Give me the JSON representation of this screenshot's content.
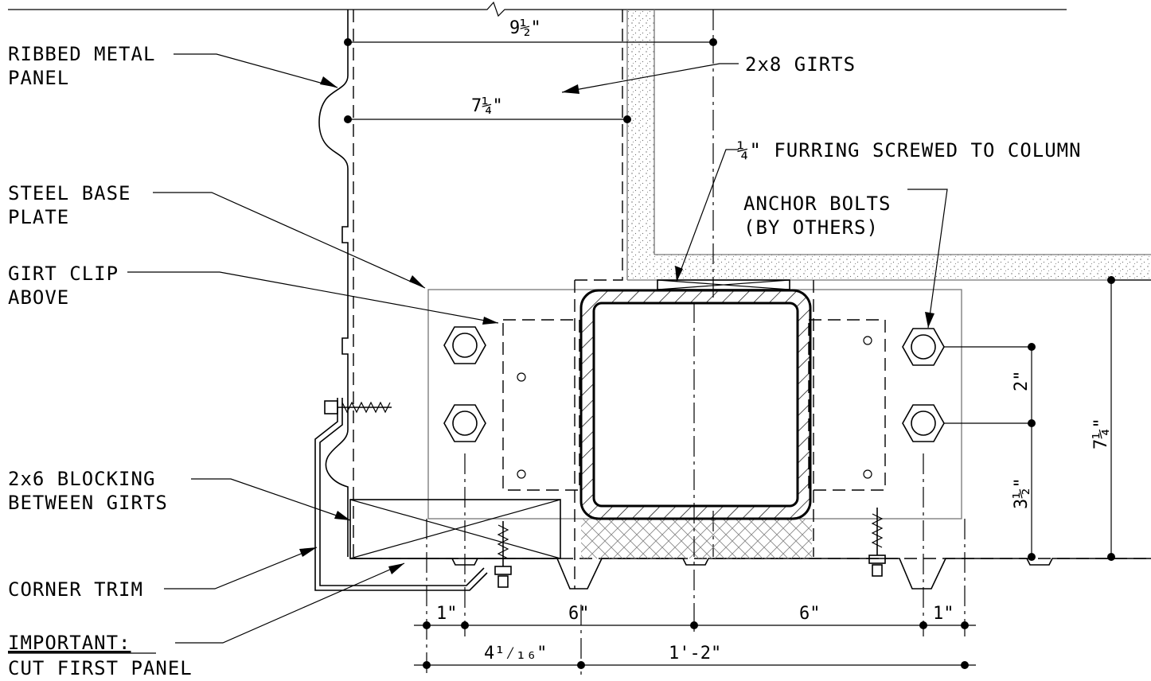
{
  "labels": {
    "ribbed_metal_panel": [
      "RIBBED METAL",
      "PANEL"
    ],
    "girts_2x8": "2x8 GIRTS",
    "furring": "¼\" FURRING SCREWED TO COLUMN",
    "steel_base_plate": [
      "STEEL BASE",
      "PLATE"
    ],
    "anchor_bolts": [
      "ANCHOR BOLTS",
      "(BY OTHERS)"
    ],
    "girt_clip": [
      "GIRT CLIP",
      "ABOVE"
    ],
    "blocking_2x6": [
      "2x6 BLOCKING",
      "BETWEEN GIRTS"
    ],
    "corner_trim": "CORNER TRIM",
    "important": "IMPORTANT:",
    "cut_first_panel": "CUT FIRST PANEL"
  },
  "dimensions": {
    "top_width": "9½\"",
    "inner_width": "7¼\"",
    "bolt_spacing_v": "2\"",
    "bolt_to_edge_v": "3½\"",
    "total_height": "7¼\"",
    "left_edge": "1\"",
    "left_half": "6\"",
    "right_half": "6\"",
    "right_edge": "1\"",
    "offset": "4¹⁄₁₆\"",
    "plate_width": "1'-2\""
  }
}
